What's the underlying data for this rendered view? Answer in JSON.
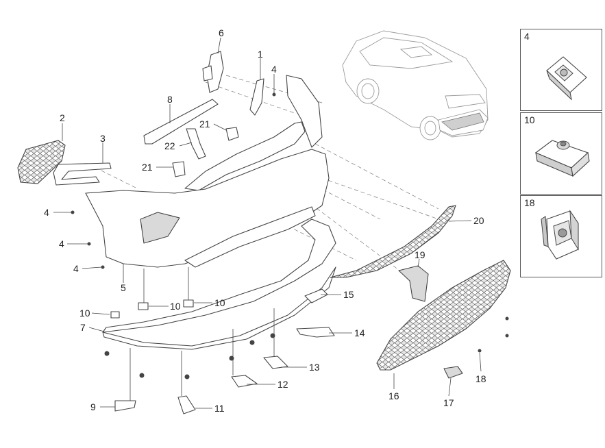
{
  "callouts": {
    "c1": "1",
    "c2": "2",
    "c3": "3",
    "c4a": "4",
    "c4b": "4",
    "c4c": "4",
    "c4d": "4",
    "c5": "5",
    "c6": "6",
    "c7": "7",
    "c8": "8",
    "c9": "9",
    "c10a": "10",
    "c10b": "10",
    "c10c": "10",
    "c11": "11",
    "c12": "12",
    "c13": "13",
    "c14": "14",
    "c15": "15",
    "c16": "16",
    "c17": "17",
    "c18": "18",
    "c19": "19",
    "c20": "20",
    "c21a": "21",
    "c21b": "21",
    "c22": "22"
  },
  "insets": [
    {
      "number": "4",
      "icon": "u-clip-nut-icon"
    },
    {
      "number": "10",
      "icon": "snap-clip-icon"
    },
    {
      "number": "18",
      "icon": "speed-nut-icon"
    }
  ],
  "colors": {
    "line": "#444444",
    "car": "#9a9a9a",
    "background": "#ffffff"
  }
}
